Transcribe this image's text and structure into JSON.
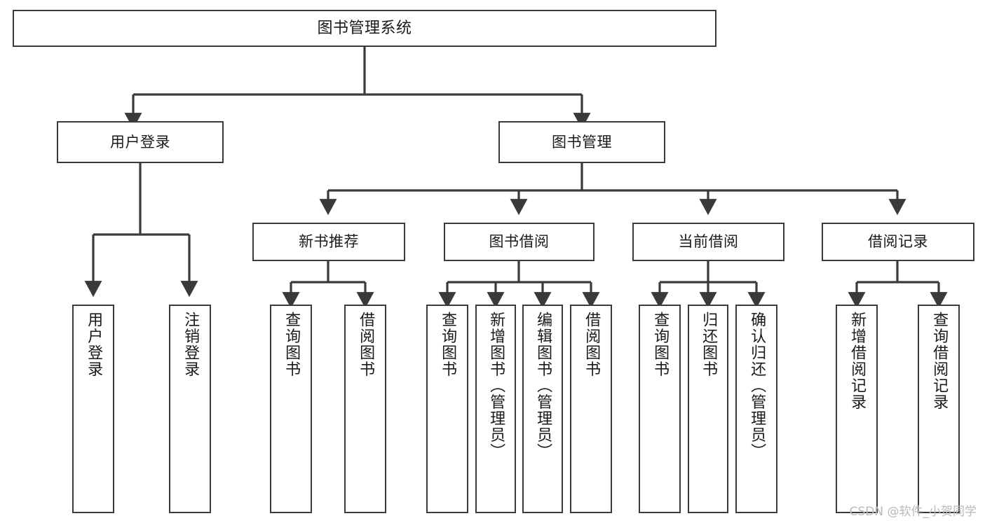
{
  "diagram": {
    "title_node": {
      "label": "图书管理系统"
    },
    "colors": {
      "stroke": "#3a3a3a",
      "text": "#1a1a1a",
      "background": "#ffffff",
      "watermark": "#b9b9b9"
    },
    "level1": [
      {
        "id": "user-login",
        "label": "用户登录"
      },
      {
        "id": "book-manage",
        "label": "图书管理"
      }
    ],
    "level2": [
      {
        "id": "new-book-recommend",
        "label": "新书推荐",
        "parent": "book-manage"
      },
      {
        "id": "book-borrow",
        "label": "图书借阅",
        "parent": "book-manage"
      },
      {
        "id": "current-borrow",
        "label": "当前借阅",
        "parent": "book-manage"
      },
      {
        "id": "borrow-record",
        "label": "借阅记录",
        "parent": "book-manage"
      }
    ],
    "leaves": [
      {
        "id": "leaf-user-login",
        "label": "用户登录",
        "parent": "user-login"
      },
      {
        "id": "leaf-logout",
        "label": "注销登录",
        "parent": "user-login"
      },
      {
        "id": "leaf-query-book-1",
        "label": "查询图书",
        "parent": "new-book-recommend"
      },
      {
        "id": "leaf-borrow-book-1",
        "label": "借阅图书",
        "parent": "new-book-recommend"
      },
      {
        "id": "leaf-query-book-2",
        "label": "查询图书",
        "parent": "book-borrow"
      },
      {
        "id": "leaf-add-book",
        "label": "新增图书（管理员）",
        "parent": "book-borrow"
      },
      {
        "id": "leaf-edit-book",
        "label": "编辑图书（管理员）",
        "parent": "book-borrow"
      },
      {
        "id": "leaf-borrow-book-2",
        "label": "借阅图书",
        "parent": "book-borrow"
      },
      {
        "id": "leaf-query-book-3",
        "label": "查询图书",
        "parent": "current-borrow"
      },
      {
        "id": "leaf-return-book",
        "label": "归还图书",
        "parent": "current-borrow"
      },
      {
        "id": "leaf-confirm-return",
        "label": "确认归还（管理员）",
        "parent": "current-borrow"
      },
      {
        "id": "leaf-add-record",
        "label": "新增借阅记录",
        "parent": "borrow-record"
      },
      {
        "id": "leaf-query-record",
        "label": "查询借阅记录",
        "parent": "borrow-record"
      }
    ]
  },
  "watermark": {
    "text": "CSDN @软件_小贺同学"
  }
}
